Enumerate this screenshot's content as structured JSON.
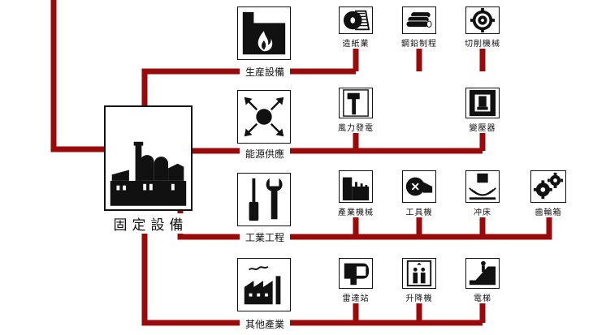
{
  "colors": {
    "line": "#9b0a0a",
    "ink": "#111111",
    "background": "#ffffff"
  },
  "root": {
    "label": "固定設備",
    "icon": "factory-skyline-icon"
  },
  "categories": [
    {
      "label": "生産設備",
      "icon": "furnace-flame-icon",
      "items": [
        {
          "label": "造紙業",
          "icon": "paper-roll-icon"
        },
        {
          "label": "鋼鉛制程",
          "icon": "steel-pipes-icon"
        },
        {
          "label": "切削機械",
          "icon": "saw-blade-icon"
        }
      ]
    },
    {
      "label": "能源供應",
      "icon": "energy-radiate-icon",
      "items": [
        {
          "label": "風力發電",
          "icon": "hammer-icon"
        },
        {
          "label": "變壓器",
          "icon": "press-frame-icon"
        }
      ]
    },
    {
      "label": "工業工程",
      "icon": "screwdriver-wrench-icon",
      "items": [
        {
          "label": "產業機械",
          "icon": "industrial-plant-icon"
        },
        {
          "label": "工具機",
          "icon": "tool-machine-icon"
        },
        {
          "label": "冲床",
          "icon": "punch-press-icon"
        },
        {
          "label": "齒輪箱",
          "icon": "gears-icon"
        }
      ]
    },
    {
      "label": "其他產業",
      "icon": "smoking-factory-icon",
      "items": [
        {
          "label": "雷達站",
          "icon": "hair-dryer-icon"
        },
        {
          "label": "升降機",
          "icon": "elevator-icon"
        },
        {
          "label": "電梯",
          "icon": "escalator-icon"
        }
      ]
    }
  ]
}
